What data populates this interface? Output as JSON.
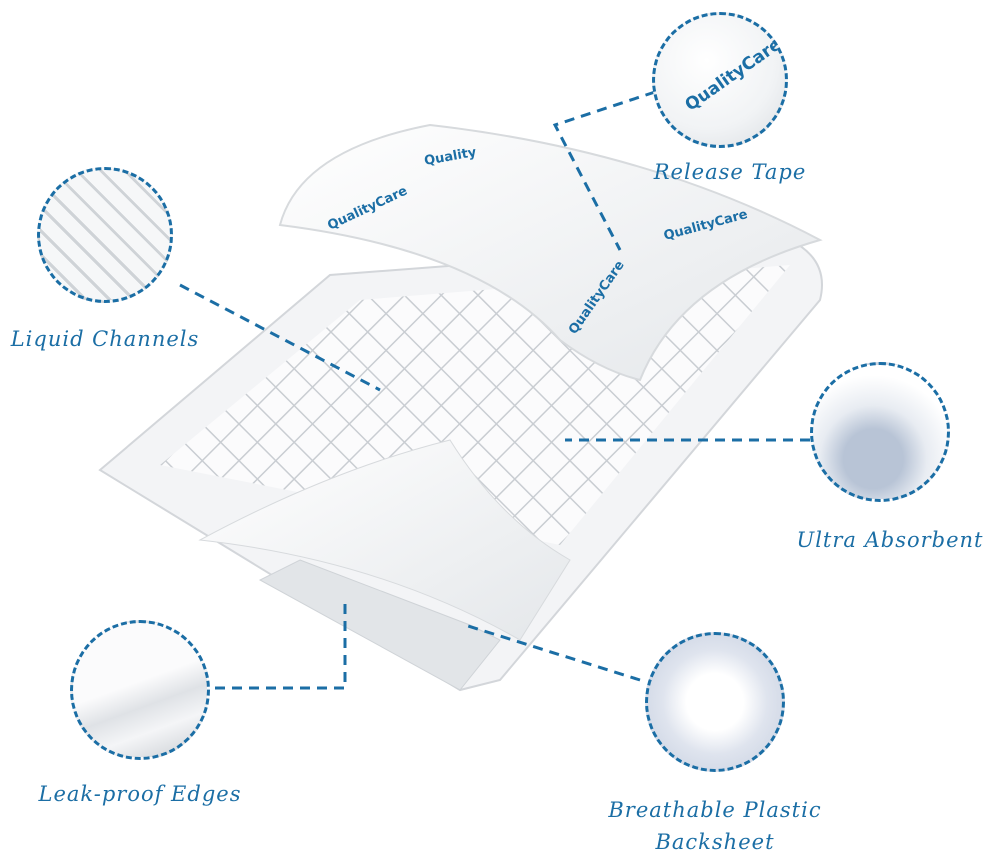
{
  "brand": "QualityCare",
  "accent_color": "#1b6ea5",
  "features": [
    {
      "label": "Release Tape",
      "icon": "qualitycare-logo-icon"
    },
    {
      "label": "Liquid Channels",
      "icon": "diamond-grid-icon"
    },
    {
      "label": "Ultra Absorbent",
      "icon": "absorbent-core-icon"
    },
    {
      "label": "Leak-proof Edges",
      "icon": "pad-edge-icon"
    },
    {
      "label": "Breathable Plastic",
      "label2": "Backsheet",
      "icon": "airflow-icon"
    }
  ]
}
